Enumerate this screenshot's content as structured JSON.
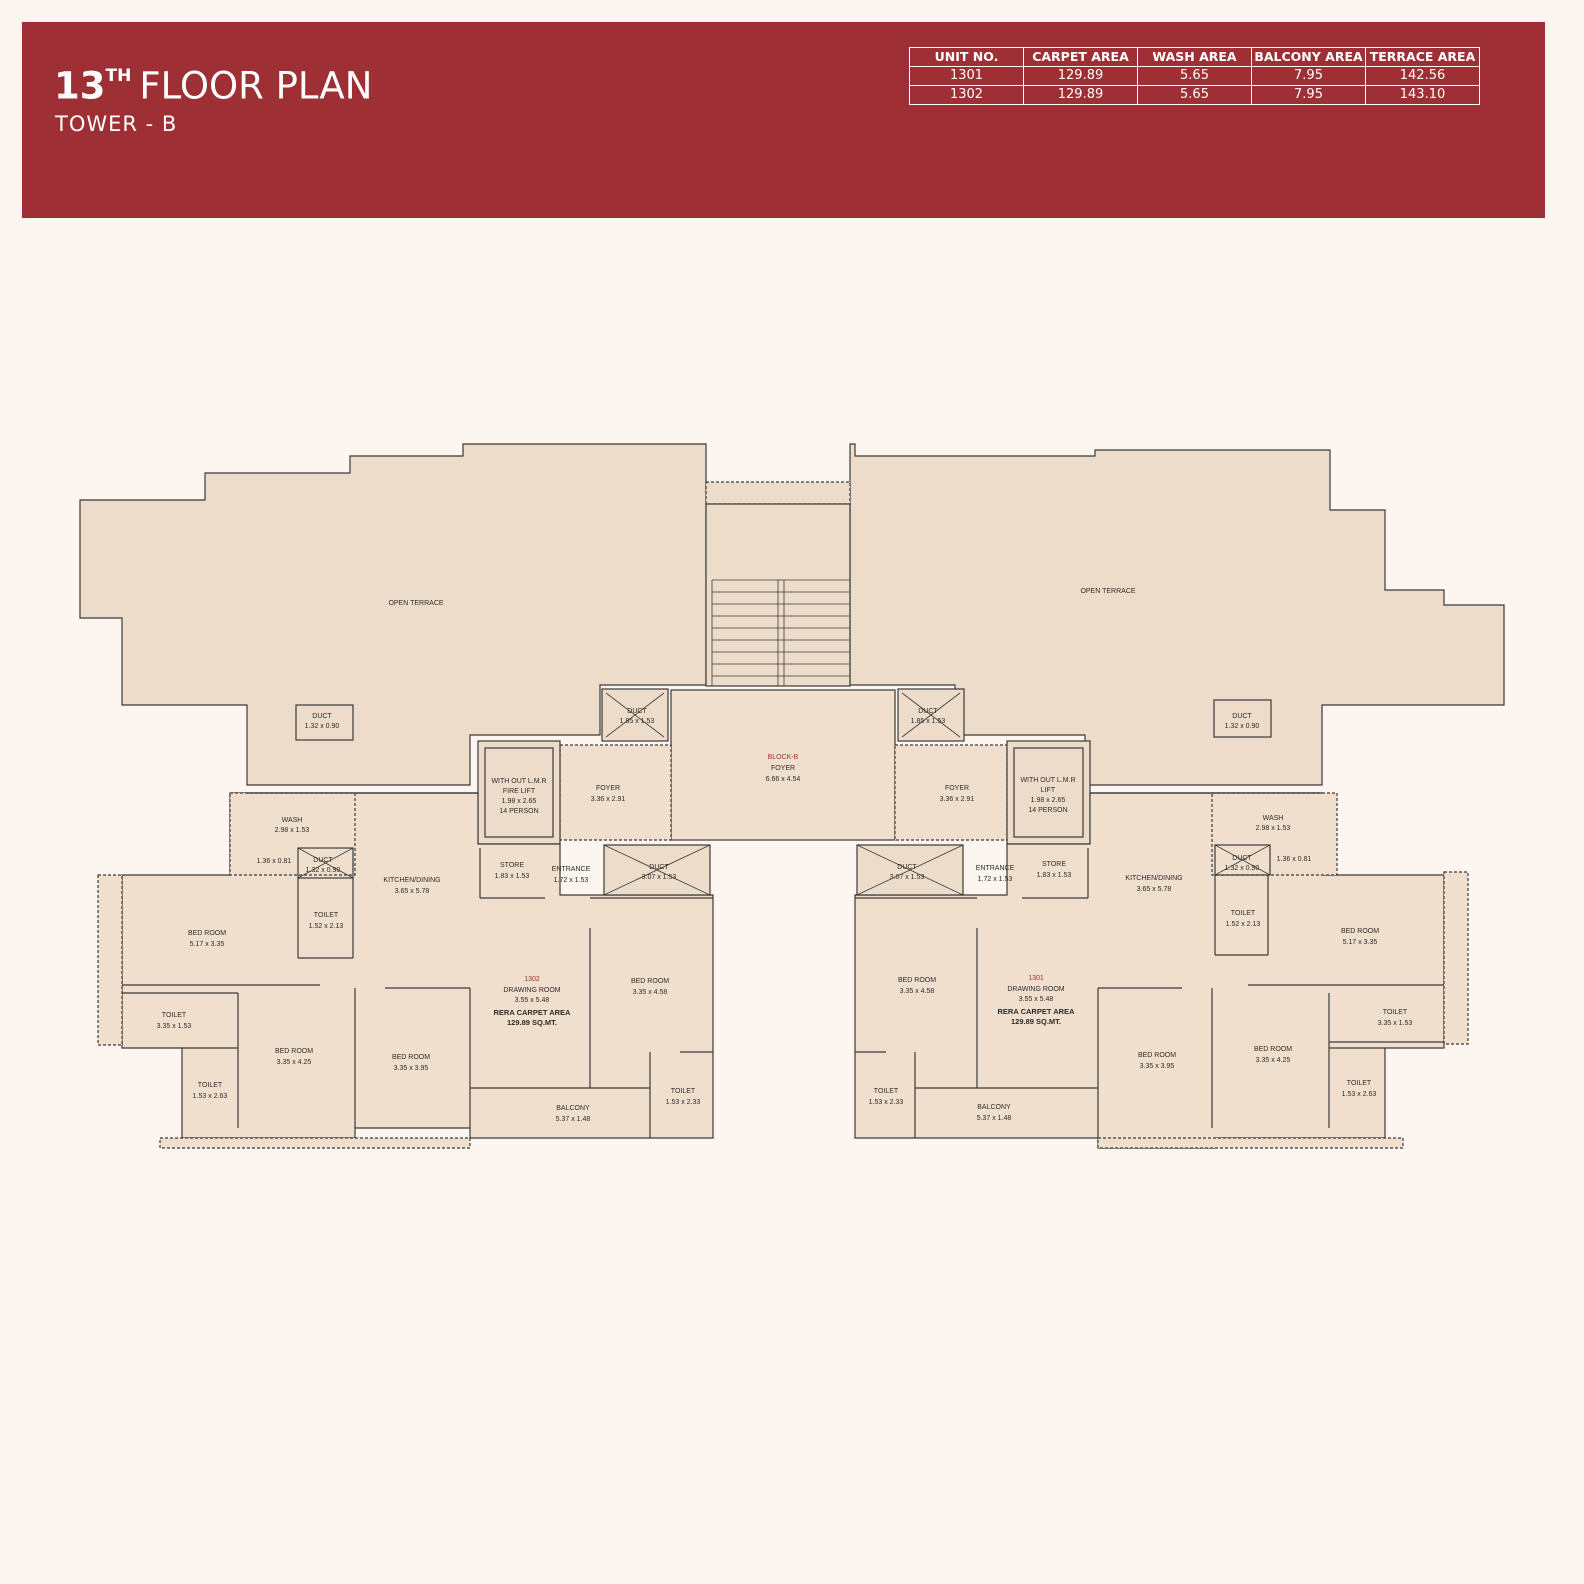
{
  "header": {
    "title_number": "13",
    "title_suffix": "TH",
    "title_text": "FLOOR PLAN",
    "subtitle": "TOWER - B"
  },
  "area_table": {
    "columns": [
      "UNIT NO.",
      "CARPET AREA",
      "WASH AREA",
      "BALCONY AREA",
      "TERRACE AREA"
    ],
    "rows": [
      [
        "1301",
        "129.89",
        "5.65",
        "7.95",
        "142.56"
      ],
      [
        "1302",
        "129.89",
        "5.65",
        "7.95",
        "143.10"
      ]
    ]
  },
  "colors": {
    "header_bg": "#9e2f35",
    "page_bg": "#fdf5f0",
    "room_fill": "#f0dfcd",
    "terrace_fill": "#eddcc9",
    "wall": "#3a3a3a",
    "accent_text": "#9e2f35"
  },
  "plan": {
    "labels": {
      "terrace_l": "OPEN TERRACE",
      "terrace_r": "OPEN TERRACE",
      "duct_tl_1": "DUCT",
      "duct_tl_2": "1.32 x 0.90",
      "duct_tr_1": "DUCT",
      "duct_tr_2": "1.32 x 0.90",
      "duct_cl_1": "DUCT",
      "duct_cl_2": "1.85 x 1.53",
      "duct_cr_1": "DUCT",
      "duct_cr_2": "1.85 x 1.53",
      "block_1": "BLOCK-B",
      "block_2": "FOYER",
      "block_3": "6.66 x 4.54",
      "lift_l_1": "WITH OUT L.M.R",
      "lift_l_2": "FIRE LIFT",
      "lift_l_3": "1.98 x 2.65",
      "lift_l_4": "14 PERSON",
      "lift_r_1": "WITH OUT L.M.R",
      "lift_r_2": "LIFT",
      "lift_r_3": "1.98 x 2.65",
      "lift_r_4": "14 PERSON",
      "foyer_l_1": "FOYER",
      "foyer_l_2": "3.36 x 2.91",
      "foyer_r_1": "FOYER",
      "foyer_r_2": "3.36 x 2.91",
      "wash_l_1": "WASH",
      "wash_l_2": "2.98 x 1.53",
      "wash_r_1": "WASH",
      "wash_r_2": "2.98 x 1.53",
      "small_l": "1.36 x 0.81",
      "small_r": "1.36 x 0.81",
      "duct_wl_1": "DUCT",
      "duct_wl_2": "1.32 x 0.90",
      "duct_wr_1": "DUCT",
      "duct_wr_2": "1.32 x 0.90",
      "kitchen_l_1": "KITCHEN/DINING",
      "kitchen_l_2": "3.65 x 5.78",
      "kitchen_r_1": "KITCHEN/DINING",
      "kitchen_r_2": "3.65 x 5.78",
      "store_l_1": "STORE",
      "store_l_2": "1.83 x 1.53",
      "store_r_1": "STORE",
      "store_r_2": "1.83 x 1.53",
      "entr_l_1": "ENTRANCE",
      "entr_l_2": "1.72 x 1.53",
      "entr_r_1": "ENTRANCE",
      "entr_r_2": "1.72 x 1.53",
      "duct_ml_1": "DUCT",
      "duct_ml_2": "3.07 x 1.53",
      "duct_mr_1": "DUCT",
      "duct_mr_2": "3.07 x 1.53",
      "bed_ol_1": "BED ROOM",
      "bed_ol_2": "5.17 x 3.35",
      "bed_or_1": "BED ROOM",
      "bed_or_2": "5.17 x 3.35",
      "toilet_al_1": "TOILET",
      "toilet_al_2": "1.52 x 2.13",
      "toilet_ar_1": "TOILET",
      "toilet_ar_2": "1.52 x 2.13",
      "toilet_bl_1": "TOILET",
      "toilet_bl_2": "3.35 x 1.53",
      "toilet_br_1": "TOILET",
      "toilet_br_2": "3.35 x 1.53",
      "toilet_cl_1": "TOILET",
      "toilet_cl_2": "1.53 x 2.63",
      "toilet_cr_1": "TOILET",
      "toilet_cr_2": "1.53 x 2.63",
      "bed_ml_1": "BED ROOM",
      "bed_ml_2": "3.35 x 4.25",
      "bed_mr_1": "BED ROOM",
      "bed_mr_2": "3.35 x 4.25",
      "bed_il_1": "BED ROOM",
      "bed_il_2": "3.35 x 3.95",
      "bed_ir_1": "BED ROOM",
      "bed_ir_2": "3.35 x 3.95",
      "unit_l": "1302",
      "unit_r": "1301",
      "draw_l_1": "DRAWING ROOM",
      "draw_l_2": "3.55 x 5.48",
      "draw_r_1": "DRAWING ROOM",
      "draw_r_2": "3.55 x 5.48",
      "rera_l_1": "RERA CARPET AREA",
      "rera_l_2": "129.89 SQ.MT.",
      "rera_r_1": "RERA CARPET AREA",
      "rera_r_2": "129.89 SQ.MT.",
      "bed_cl_1": "BED ROOM",
      "bed_cl_2": "3.35 x 4.58",
      "bed_cr_1": "BED ROOM",
      "bed_cr_2": "3.35 x 4.58",
      "balc_l_1": "BALCONY",
      "balc_l_2": "5.37 x 1.48",
      "balc_r_1": "BALCONY",
      "balc_r_2": "5.37 x 1.48",
      "toilet_dl_1": "TOILET",
      "toilet_dl_2": "1.53 x 2.33",
      "toilet_dr_1": "TOILET",
      "toilet_dr_2": "1.53 x 2.33"
    }
  }
}
